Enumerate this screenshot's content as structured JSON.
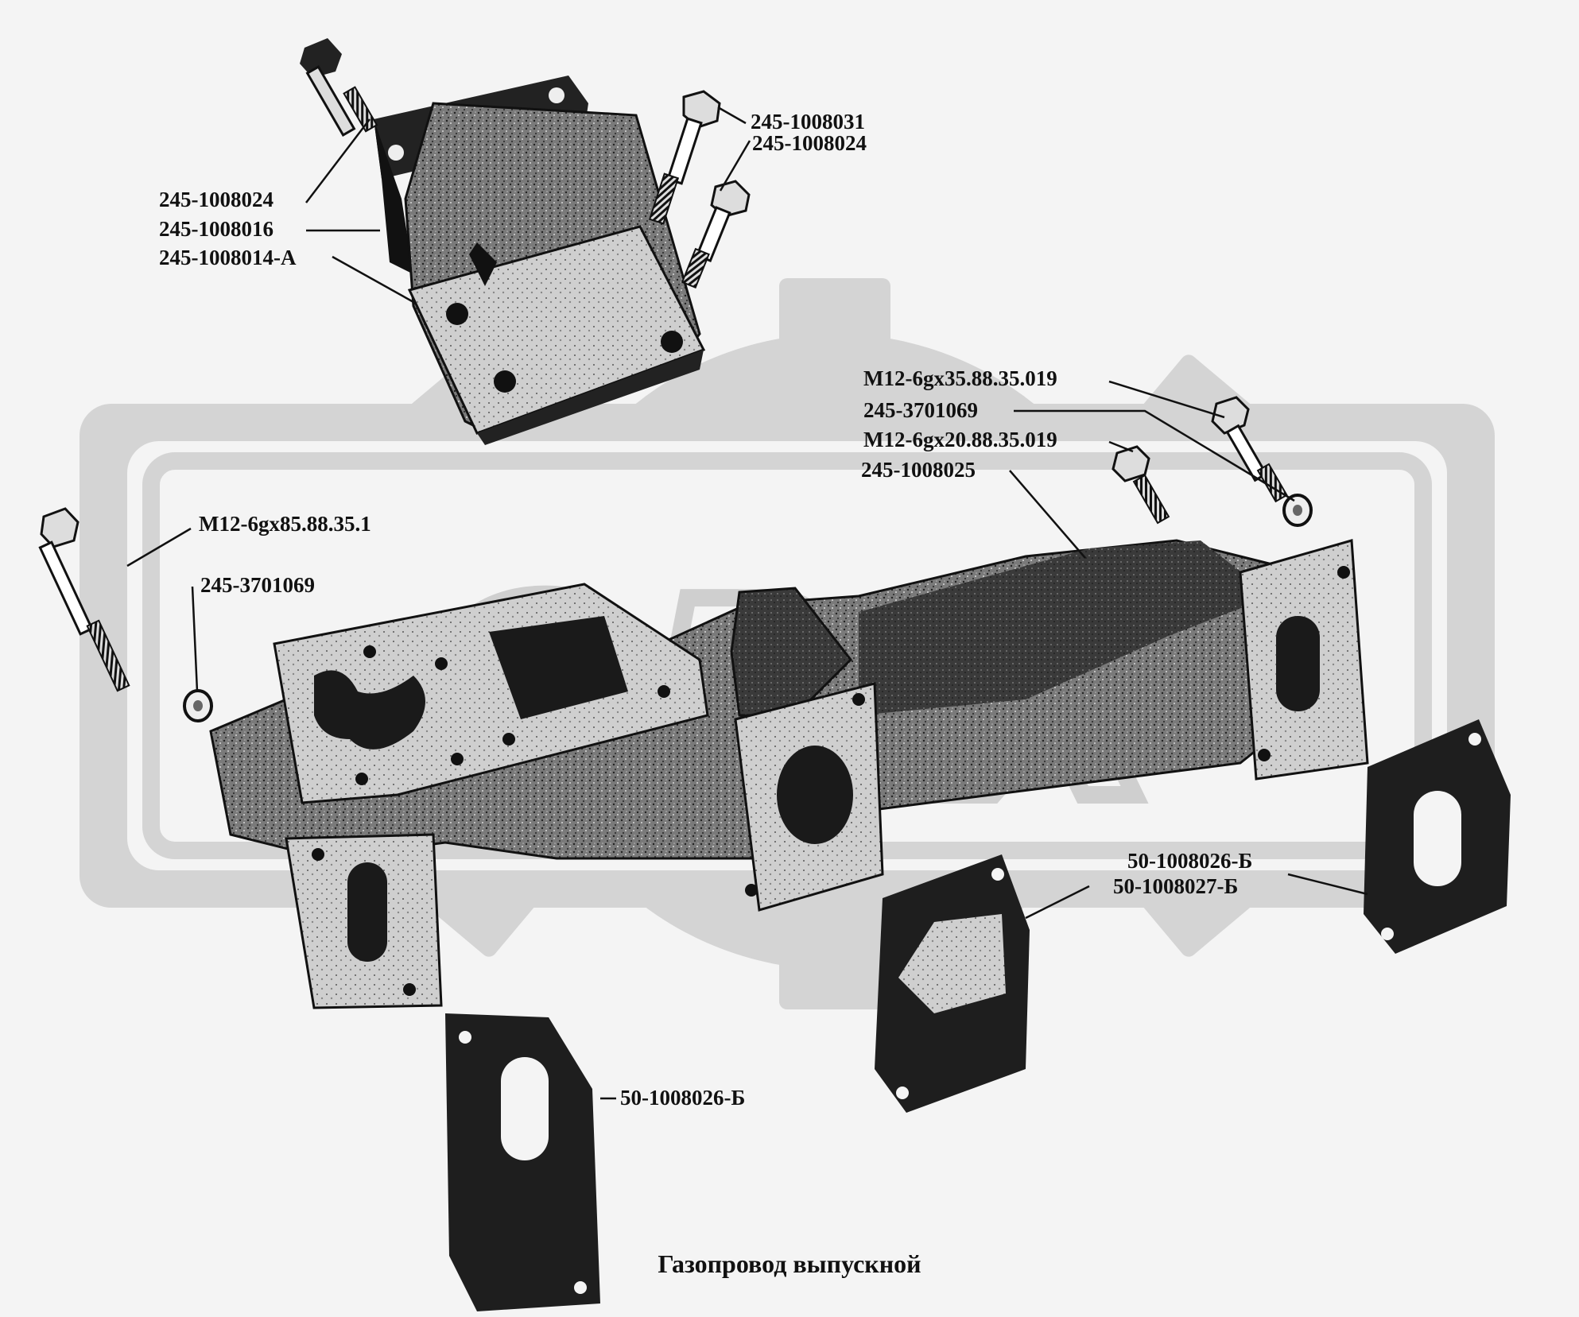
{
  "labels": {
    "l1": "245-1008031",
    "l2": "245-1008024",
    "l3": "245-1008024",
    "l4": "245-1008016",
    "l5": "245-1008014-А",
    "l6": "М12-6gх35.88.35.019",
    "l7": "245-3701069",
    "l8": "М12-6gх20.88.35.019",
    "l9": "245-1008025",
    "l10": "М12-6gх85.88.35.1",
    "l11": "245-3701069",
    "l12": "50-1008026-Б",
    "l13": "50-1008027-Б",
    "l14": "50-1008026-Б"
  },
  "caption": "Газопровод выпускной",
  "colors": {
    "background": "#f4f4f4",
    "watermark": "#d4d4d4",
    "part_dark": "#2a2a2a",
    "part_mid": "#6e6e6e",
    "part_light": "#dcdcdc"
  }
}
